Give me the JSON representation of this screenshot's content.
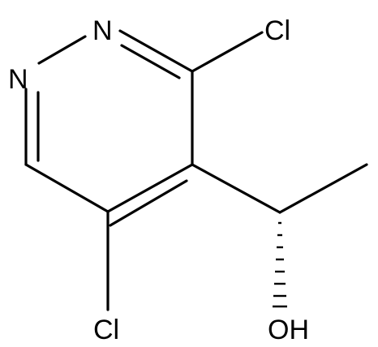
{
  "molecule": {
    "atoms": {
      "n_top": "N",
      "n_left": "N",
      "cl_top": "Cl",
      "cl_bottom": "Cl",
      "oh": "OH"
    }
  },
  "colors": {
    "ink": "#000000",
    "background": "#ffffff"
  }
}
